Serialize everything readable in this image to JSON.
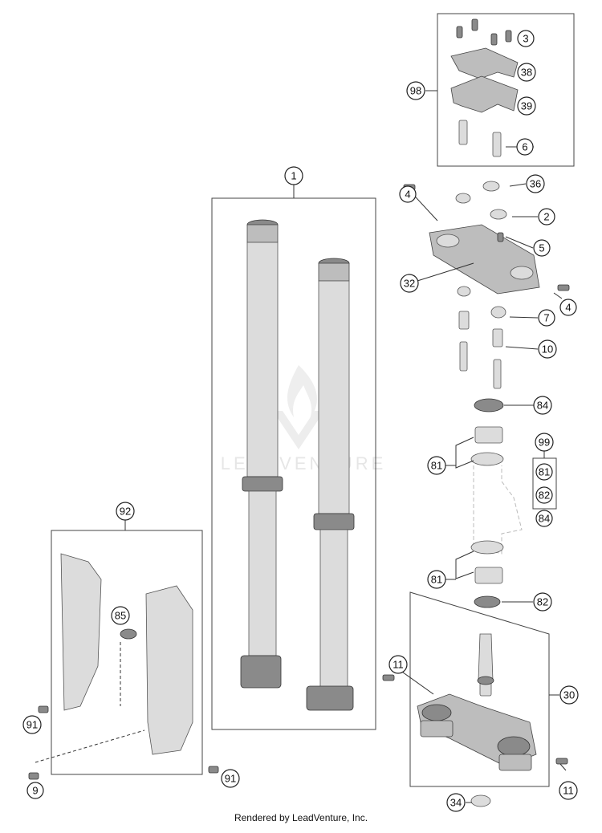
{
  "watermark": "LEADVENTURE",
  "credit": "Rendered by LeadVenture, Inc.",
  "callouts": {
    "c3": "3",
    "c38": "38",
    "c39": "39",
    "c98": "98",
    "c6": "6",
    "c1": "1",
    "c36": "36",
    "c4a": "4",
    "c2": "2",
    "c5": "5",
    "c32": "32",
    "c4b": "4",
    "c7": "7",
    "c10": "10",
    "c84a": "84",
    "c99": "99",
    "c81a": "81",
    "c81b": "81",
    "c82b": "82",
    "c84b": "84",
    "c81c": "81",
    "c82a": "82",
    "c92": "92",
    "c85": "85",
    "c11a": "11",
    "c30": "30",
    "c91a": "91",
    "c9": "9",
    "c91b": "91",
    "c34": "34",
    "c11b": "11"
  }
}
